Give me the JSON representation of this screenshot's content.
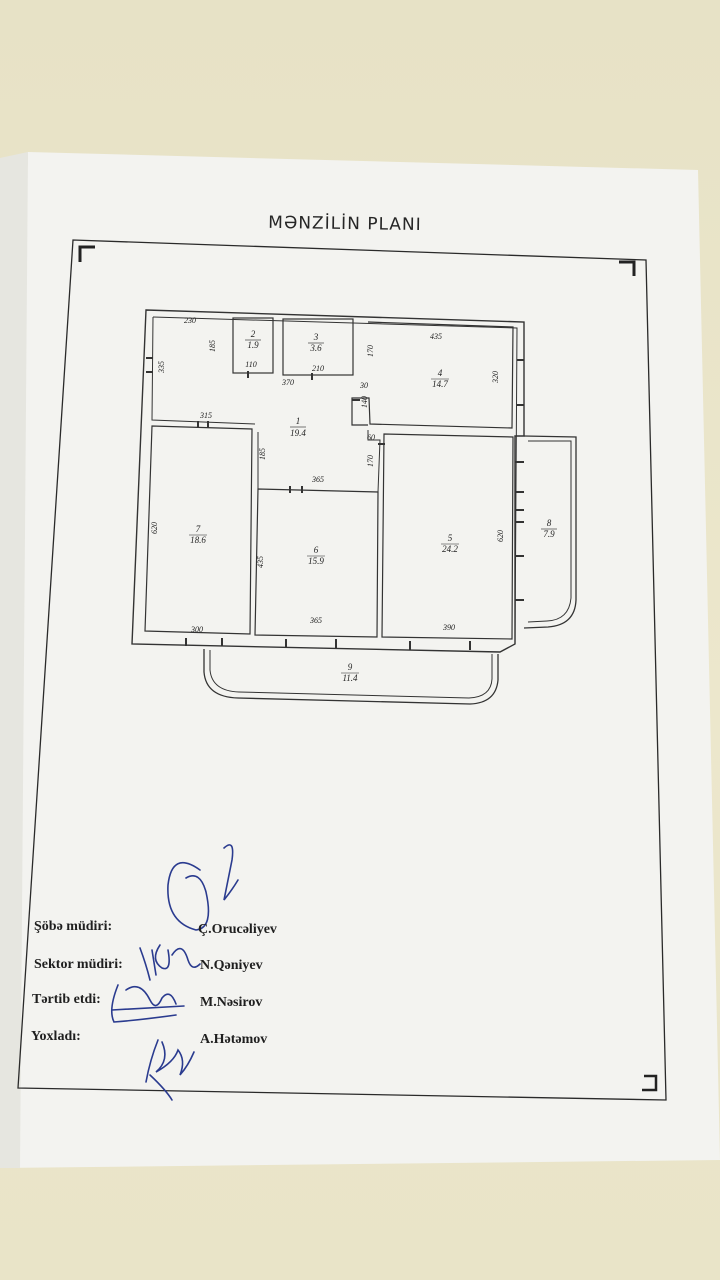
{
  "document": {
    "title": "MƏNZİLİN PLANI"
  },
  "rooms": [
    {
      "number": "1",
      "area": "19.4"
    },
    {
      "number": "2",
      "area": "1.9"
    },
    {
      "number": "3",
      "area": "3.6"
    },
    {
      "number": "4",
      "area": "14.7"
    },
    {
      "number": "5",
      "area": "24.2"
    },
    {
      "number": "6",
      "area": "15.9"
    },
    {
      "number": "7",
      "area": "18.6"
    },
    {
      "number": "8",
      "area": "7.9"
    },
    {
      "number": "9",
      "area": "11.4"
    }
  ],
  "dimensions": {
    "d230": "230",
    "d185a": "185",
    "d335": "335",
    "d110": "110",
    "d370": "370",
    "d210": "210",
    "d435a": "435",
    "d170a": "170",
    "d30": "30",
    "d140": "140",
    "d320": "320",
    "d315": "315",
    "d60": "60",
    "d185b": "185",
    "d170b": "170",
    "d365a": "365",
    "d620a": "620",
    "d435b": "435",
    "d620b": "620",
    "d300": "300",
    "d365b": "365",
    "d390": "390"
  },
  "signatures": [
    {
      "role": "Şöbə müdiri:",
      "name": "Ç.Orucəliyev"
    },
    {
      "role": "Sektor müdiri:",
      "name": "N.Qəniyev"
    },
    {
      "role": "Tərtib etdi:",
      "name": "M.Nəsirov"
    },
    {
      "role": "Yoxladı:",
      "name": "A.Hətəmov"
    }
  ]
}
